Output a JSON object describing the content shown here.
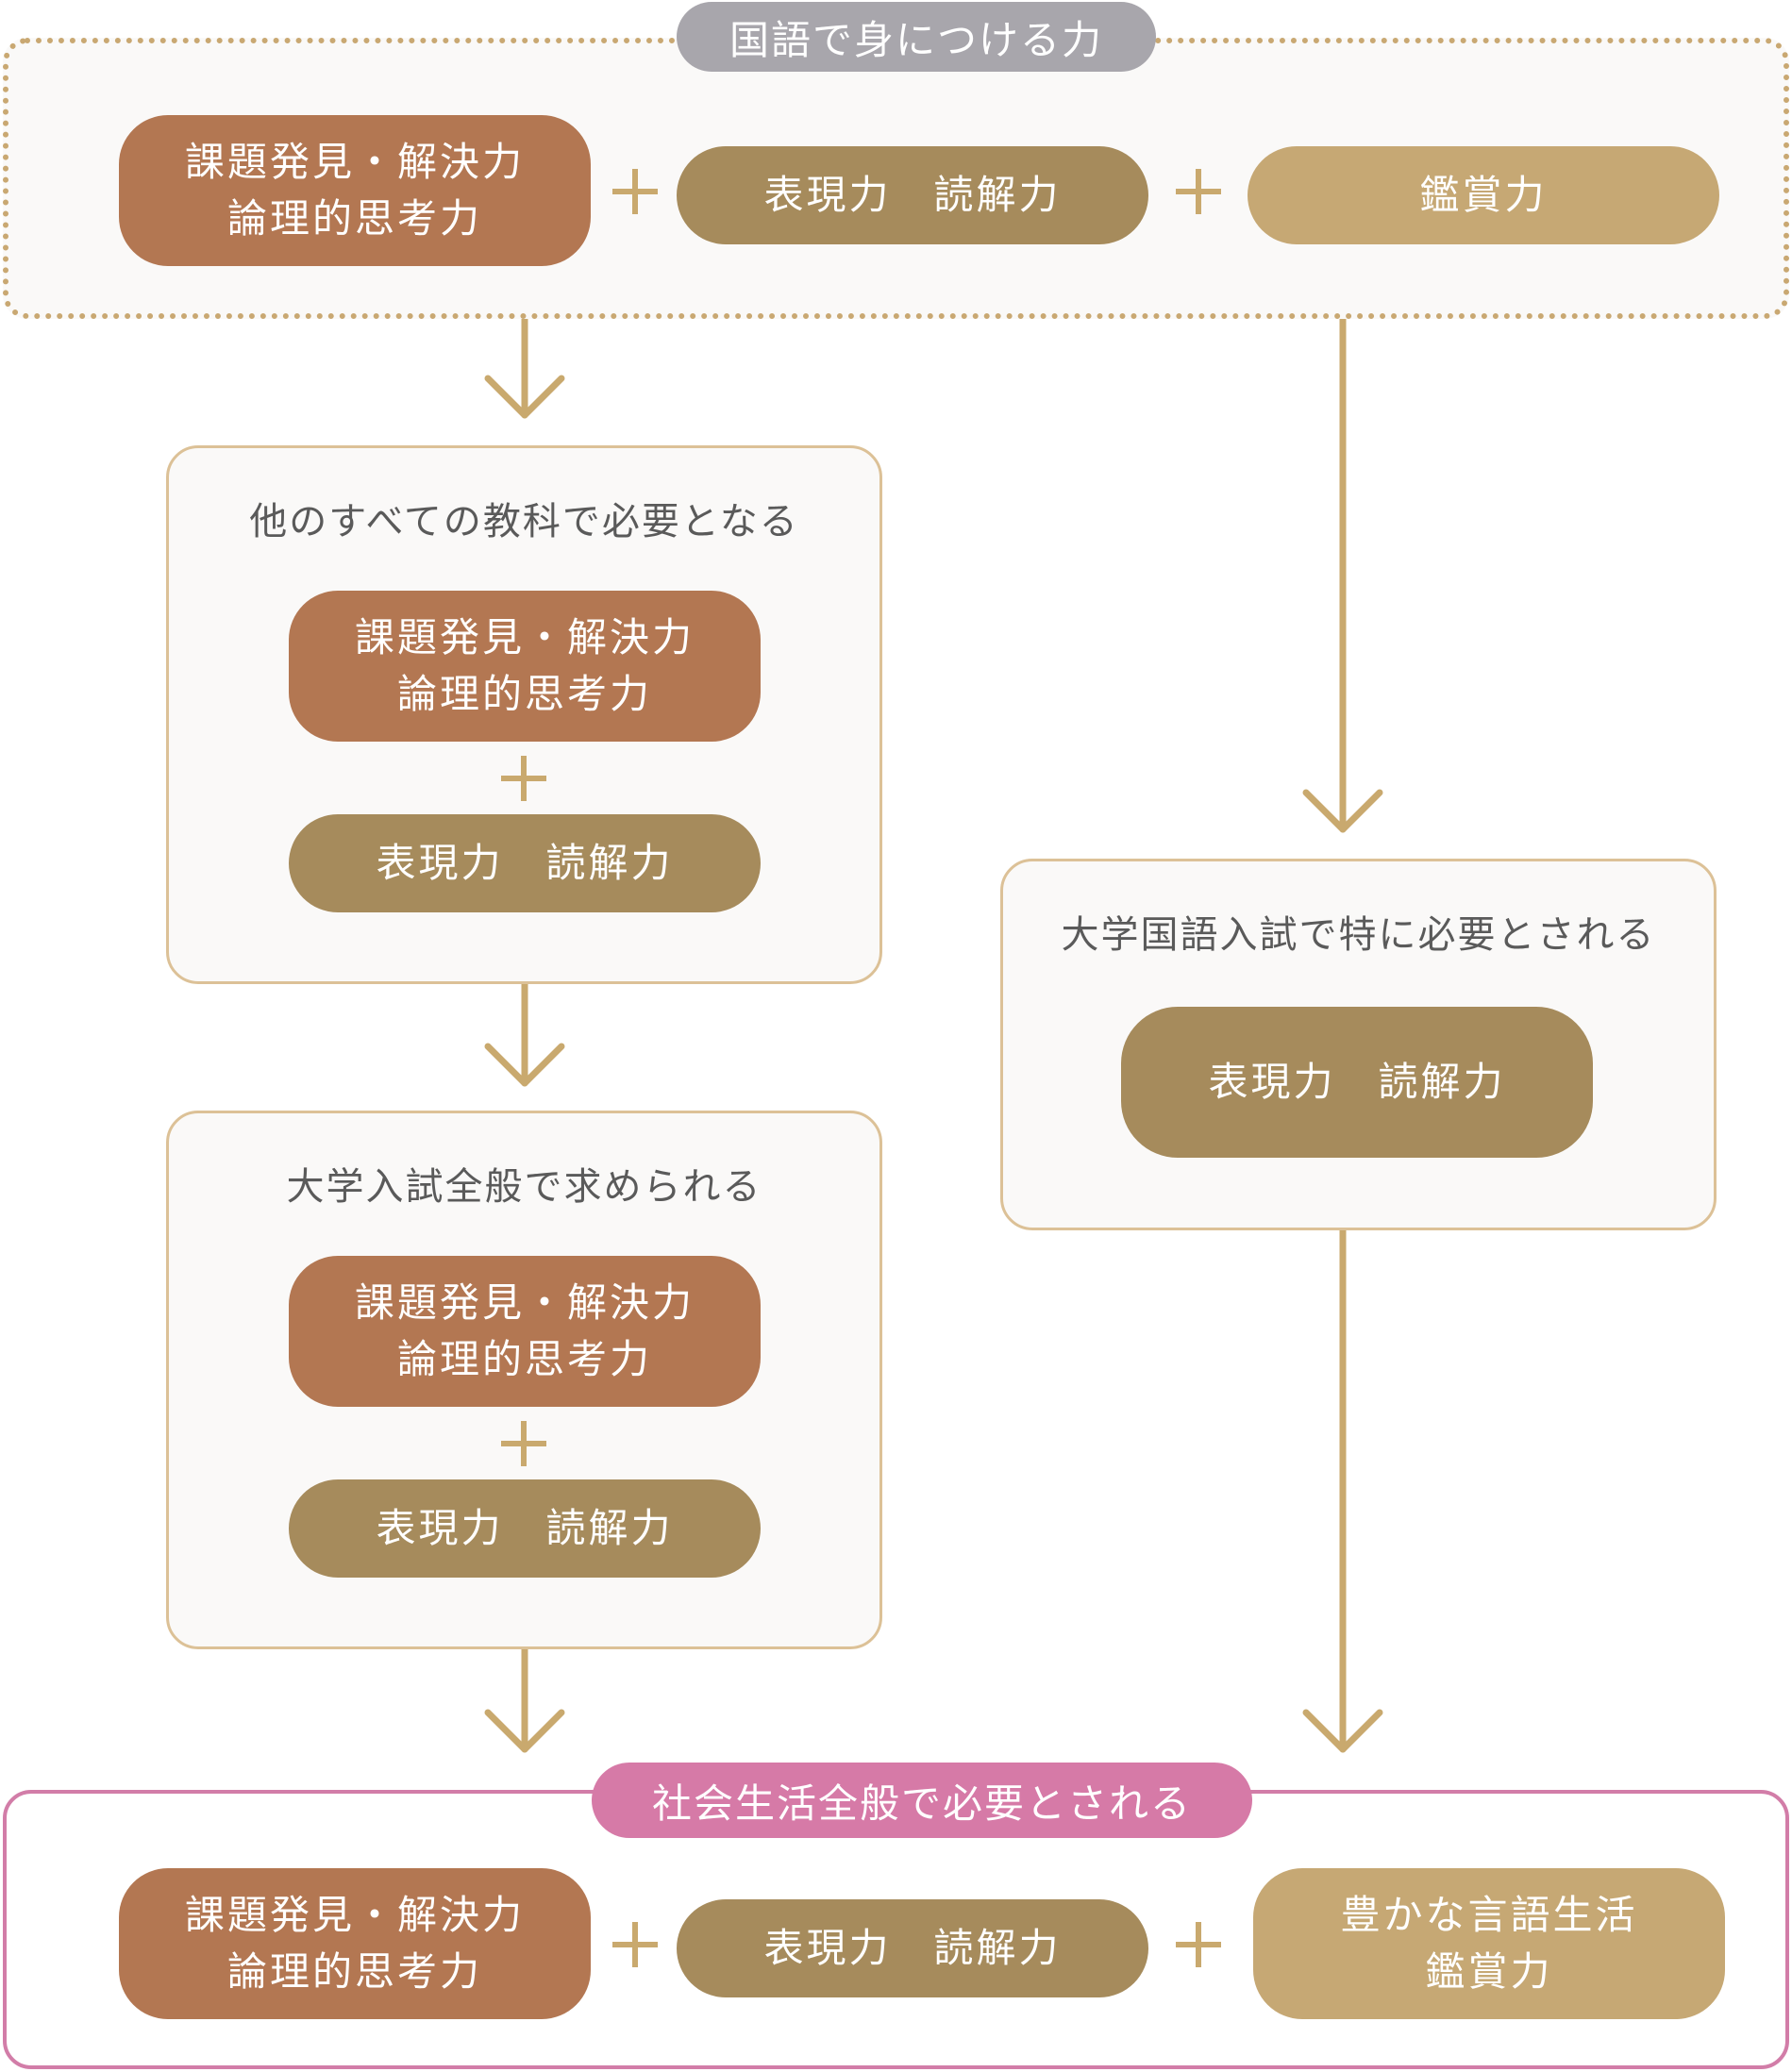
{
  "skills": {
    "problem_solving": [
      "課題発見・解決力",
      "論理的思考力"
    ],
    "expression": "表現力　読解力",
    "appreciation": "鑑賞力",
    "rich_language_life": [
      "豊かな言語生活",
      "鑑賞力"
    ]
  },
  "top": {
    "title": "国語で身につける力"
  },
  "all_subjects": {
    "heading": "他のすべての教科で必要となる"
  },
  "general_exam": {
    "heading": "大学入試全般で求められる"
  },
  "univ_japanese_exam": {
    "heading": "大学国語入試で特に必要とされる"
  },
  "society": {
    "title": "社会生活全般で必要とされる"
  },
  "plus_sign": "+",
  "colors": {
    "problem_solving_pill": "#b37752",
    "expression_pill": "#a68b5c",
    "appreciation_pill": "#c6a874",
    "arrow": "#c9a96e",
    "top_tab": "#a8a6ac",
    "society_tab": "#d67aa7",
    "society_border": "#d27da8"
  }
}
